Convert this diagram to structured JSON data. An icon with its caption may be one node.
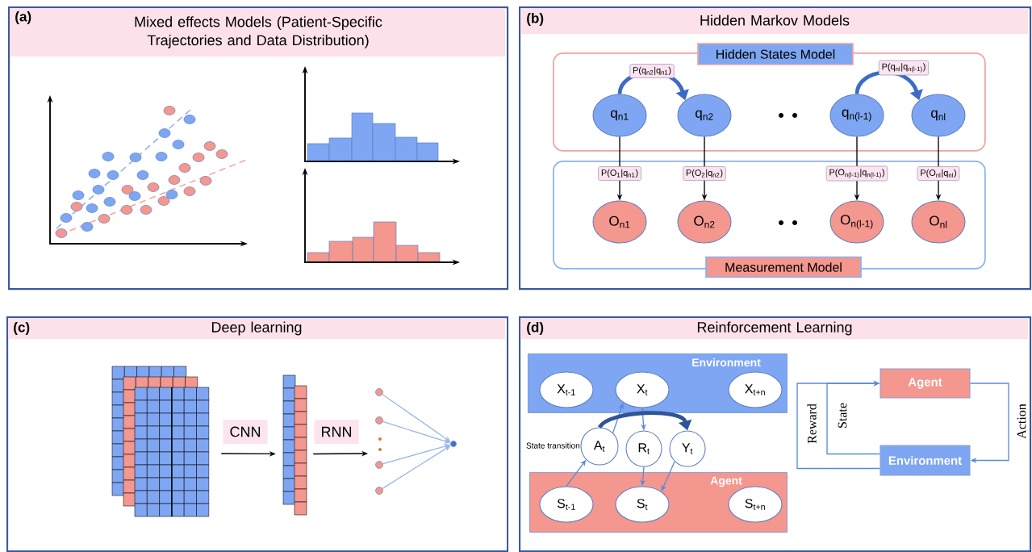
{
  "diagram": {
    "nodes": [
      {
        "text": [
          "(a)",
          "Mixed effects Models (Patient-Specific Trajectories and Data Distribution)"
        ]
      },
      {
        "text": [
          "(b)",
          "Hidden Markov Models"
        ]
      },
      {
        "text": [
          "Hidden States Model"
        ],
        "in": 1
      },
      {
        "text": [
          "q$_{n1}$"
        ],
        "in": 2
      },
      {
        "text": [
          "q$_{n2}$"
        ],
        "in": 2
      },
      {
        "text": [
          "q$_{n(l-1)}$"
        ],
        "in": 2
      },
      {
        "text": [
          "q$_{nl}$"
        ],
        "in": 2
      },
      {
        "text": [
          "Measurement Model"
        ],
        "in": 1
      },
      {
        "text": [
          "O$_{n1}$"
        ],
        "in": 7
      },
      {
        "text": [
          "O$_{n2}$"
        ],
        "in": 7
      },
      {
        "text": [
          "O$_{n(l-1)}$"
        ],
        "in": 7
      },
      {
        "text": [
          "O$_{nl}$"
        ],
        "in": 7
      },
      {
        "text": [
          "(c)",
          "Deep learning"
        ]
      },
      {
        "text": [],
        "shape": "picture",
        "in": 12
      },
      {
        "text": [],
        "shape": "picture",
        "in": 12
      },
      {
        "text": [],
        "shape": "circle",
        "in": 12
      },
      {
        "text": [],
        "shape": "circle",
        "in": 12
      },
      {
        "text": [],
        "shape": "circle",
        "in": 12
      },
      {
        "text": [],
        "shape": "circle",
        "in": 12
      },
      {
        "text": [],
        "shape": "circle",
        "in": 12
      },
      {
        "text": [
          "(d)",
          "Reinforcement Learning"
        ]
      },
      {
        "text": [
          "Environment"
        ],
        "in": 20
      },
      {
        "text": [
          "X$_{t-1}$"
        ],
        "in": 21
      },
      {
        "text": [
          "X$_{t}$"
        ],
        "in": 21
      },
      {
        "text": [
          "X$_{t+n}$"
        ],
        "in": 21
      },
      {
        "text": [
          "A$_{t}$"
        ],
        "beside": [
          "State transition"
        ],
        "in": 20
      },
      {
        "text": [
          "R$_{t}$"
        ],
        "in": 20
      },
      {
        "text": [
          "Y$_{t}$"
        ],
        "in": 20
      },
      {
        "text": [
          "Agent"
        ],
        "in": 20
      },
      {
        "text": [
          "S$_{t-1}$"
        ],
        "in": 28
      },
      {
        "text": [
          "S$_{t}$"
        ],
        "in": 28
      },
      {
        "text": [
          "S$_{t+n}$"
        ],
        "in": 28
      },
      {
        "text": [
          "Agent"
        ],
        "in": 20
      },
      {
        "text": [
          "Environment"
        ],
        "in": 20
      }
    ],
    "edges": [
      {
        "from": 3,
        "to": 4,
        "arrow": "to",
        "label": "P(q$_{n2}$|q$_{n1}$)",
        "style": "thick",
        "color": "#3d6bc4"
      },
      {
        "from": 5,
        "to": 6,
        "arrow": "to",
        "label": "P(q$_{nl}$|q$_{n(l-1)}$)",
        "style": "thick",
        "color": "#3d6bc4"
      },
      {
        "from": 3,
        "to": 8,
        "arrow": "to",
        "label": "P(O$_{1}$|q$_{n1}$)",
        "color": "#000000"
      },
      {
        "from": 4,
        "to": 9,
        "arrow": "to",
        "label": "P(O$_{2}$|q$_{n2}$)",
        "color": "#000000"
      },
      {
        "from": 5,
        "to": 10,
        "arrow": "to",
        "label": "P(O$_{n(l-1)}$|q$_{n(l-1)}$)",
        "color": "#000000"
      },
      {
        "from": 6,
        "to": 11,
        "arrow": "to",
        "label": "P(O$_{nl}$|q$_{nl}$)",
        "color": "#000000"
      },
      {
        "from": 13,
        "to": 14,
        "arrow": "to",
        "label": "CNN",
        "color": "#000000"
      },
      {
        "from": 14,
        "to": 17,
        "arrow": "to",
        "label": "RNN",
        "color": "#000000"
      },
      {
        "from": 15,
        "to": 19,
        "arrow": "to",
        "color": "#9ab8ec"
      },
      {
        "from": 16,
        "to": 19,
        "arrow": "to",
        "color": "#9ab8ec"
      },
      {
        "from": 17,
        "to": 19,
        "arrow": "to",
        "color": "#9ab8ec"
      },
      {
        "from": 18,
        "to": 19,
        "arrow": "to",
        "color": "#9ab8ec"
      },
      {
        "from": 29,
        "to": 25,
        "arrow": "to"
      },
      {
        "from": 25,
        "to": 23,
        "arrow": "to"
      },
      {
        "from": 23,
        "to": 26,
        "arrow": "to"
      },
      {
        "from": 26,
        "to": 30,
        "arrow": "to"
      },
      {
        "from": 27,
        "to": 30,
        "arrow": "to"
      },
      {
        "from": 25,
        "to": 27,
        "arrow": "to",
        "style": "thick",
        "color": "#2f5597"
      },
      {
        "from": 32,
        "to": 33,
        "arrow": "to",
        "label": "Action"
      },
      {
        "from": 33,
        "to": 32,
        "arrow": "to",
        "label": "State"
      },
      {
        "from": 33,
        "to": 32,
        "arrow": "to",
        "label": "Reward"
      }
    ]
  }
}
